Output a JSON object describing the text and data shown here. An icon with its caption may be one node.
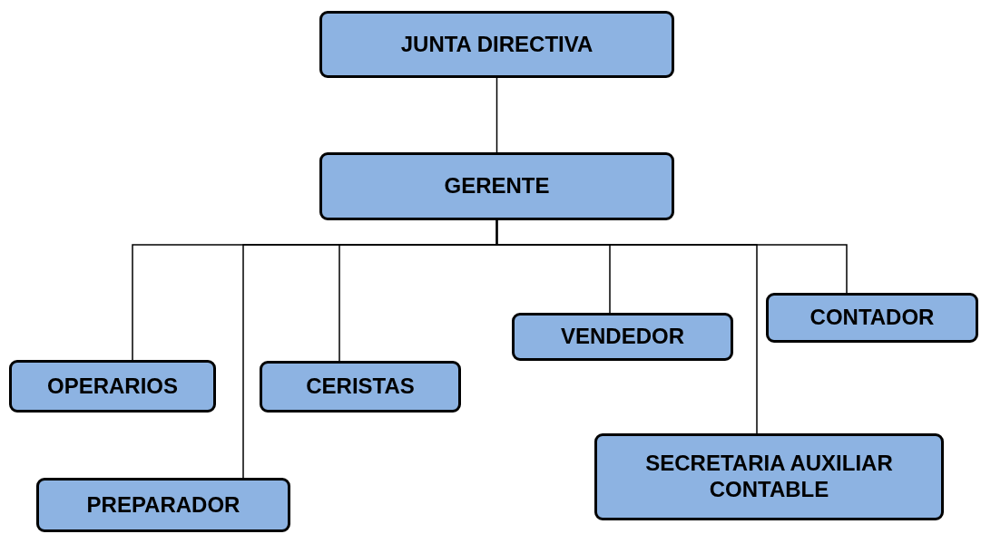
{
  "diagram": {
    "nodes": [
      {
        "text": [
          "JUNTA DIRECTIVA"
        ]
      },
      {
        "text": [
          "GERENTE"
        ]
      },
      {
        "text": [
          "OPERARIOS"
        ]
      },
      {
        "text": [
          "PREPARADOR"
        ]
      },
      {
        "text": [
          "CERISTAS"
        ]
      },
      {
        "text": [
          "VENDEDOR"
        ]
      },
      {
        "text": [
          "SECRETARIA AUXILIAR CONTABLE"
        ]
      },
      {
        "text": [
          "CONTADOR"
        ]
      }
    ],
    "edges": [
      {
        "from": 0,
        "to": 1,
        "arrow": "none"
      },
      {
        "from": 1,
        "to": 2,
        "arrow": "none"
      },
      {
        "from": 1,
        "to": 3,
        "arrow": "none"
      },
      {
        "from": 1,
        "to": 4,
        "arrow": "none"
      },
      {
        "from": 1,
        "to": 5,
        "arrow": "none"
      },
      {
        "from": 1,
        "to": 6,
        "arrow": "none"
      },
      {
        "from": 1,
        "to": 7,
        "arrow": "none"
      }
    ]
  }
}
